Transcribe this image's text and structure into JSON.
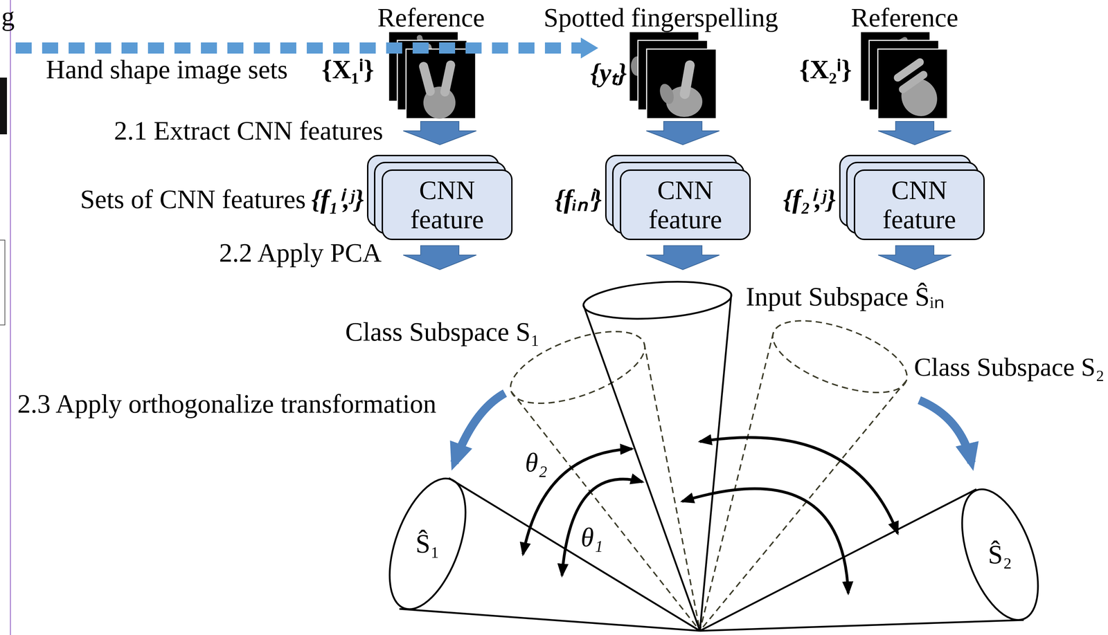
{
  "diagram": {
    "nodes": [
      {
        "text": [
          "CNN feature"
        ]
      },
      {
        "text": [
          "CNN feature"
        ]
      },
      {
        "text": [
          "CNN feature"
        ]
      },
      {
        "text": [
          "Ŝ₁"
        ]
      },
      {
        "text": [
          "Ŝ₂"
        ]
      }
    ],
    "labels": [
      "g",
      "Reference",
      "Spotted fingerspelling",
      "Reference",
      "Hand shape image sets",
      "{X₁ⁱ}",
      "{yₜ}",
      "{X₂ⁱ}",
      "2.1 Extract CNN features",
      "Sets of CNN features",
      "{f₁ⁱ,ʲ}",
      "{fᵢₙⁱ}",
      "{f₂ⁱ,ʲ}",
      "2.2 Apply PCA",
      "Input Subspace Ŝᵢₙ",
      "Class Subspace S₁",
      "Class Subspace S₂",
      "2.3 Apply orthogonalize transformation",
      "θ₂",
      "θ₁"
    ]
  }
}
